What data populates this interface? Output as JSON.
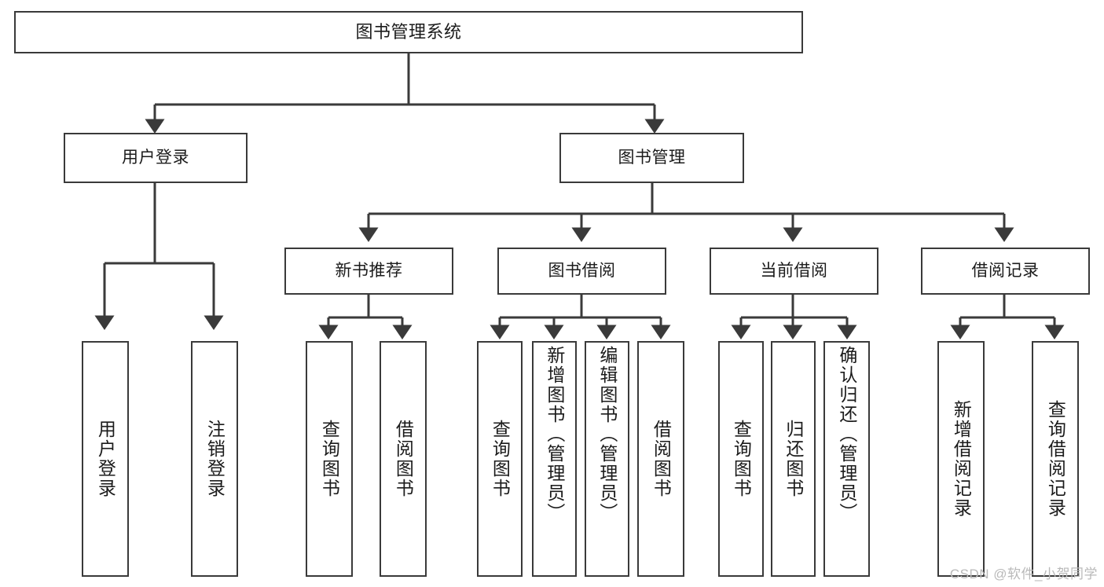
{
  "diagram": {
    "title_text": "图书管理系统",
    "watermark": "CSDN @软件_小贺同学",
    "stroke_color": "#3a3a3a",
    "text_color": "#1b1b1b",
    "background_color": "#ffffff",
    "type": "tree-hierarchy-diagram"
  },
  "root": {
    "label": "图书管理系统"
  },
  "level2": [
    {
      "label": "用户登录"
    },
    {
      "label": "图书管理"
    }
  ],
  "level3": [
    {
      "label": "新书推荐"
    },
    {
      "label": "图书借阅"
    },
    {
      "label": "当前借阅"
    },
    {
      "label": "借阅记录"
    }
  ],
  "leaves": {
    "user_login": [
      {
        "label": "用户登录"
      },
      {
        "label": "注销登录"
      }
    ],
    "new_book_recommend": [
      {
        "label": "查询图书"
      },
      {
        "label": "借阅图书"
      }
    ],
    "book_borrow": [
      {
        "label": "查询图书"
      },
      {
        "label": "新增图书（管理员）"
      },
      {
        "label": "编辑图书（管理员）"
      },
      {
        "label": "借阅图书"
      }
    ],
    "current_borrow": [
      {
        "label": "查询图书"
      },
      {
        "label": "归还图书"
      },
      {
        "label": "确认归还（管理员）"
      }
    ],
    "borrow_record": [
      {
        "label": "新增借阅记录"
      },
      {
        "label": "查询借阅记录"
      }
    ]
  }
}
